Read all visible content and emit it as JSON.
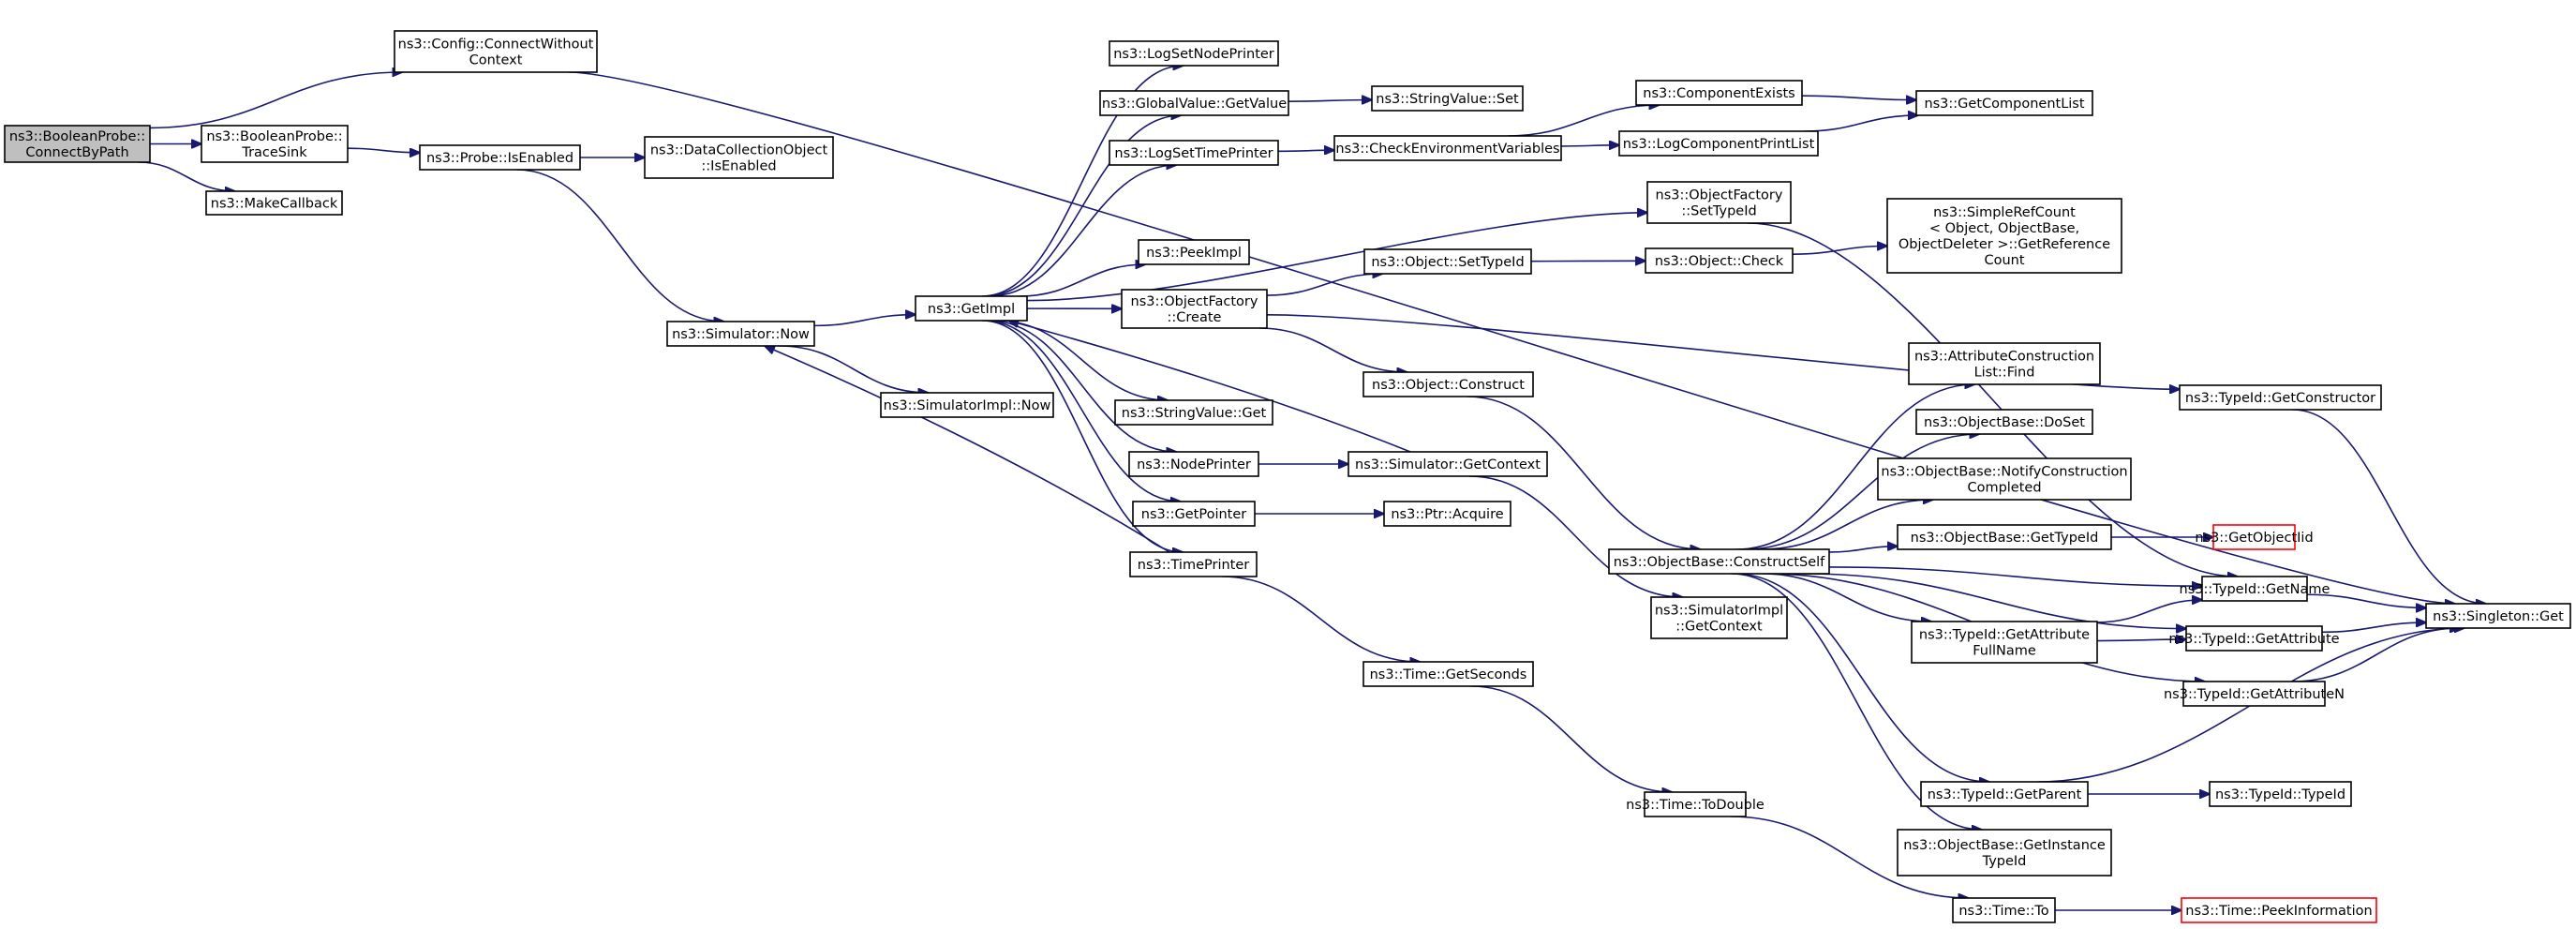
{
  "colors": {
    "edge": "#191970",
    "root_fill": "#bfbfbf",
    "node_border": "#000000",
    "truncated_border": "#ff0000"
  },
  "nodes": [
    {
      "id": "n0",
      "lines": [
        "ns3::BooleanProbe::",
        "ConnectByPath"
      ],
      "root": true
    },
    {
      "id": "n1",
      "lines": [
        "ns3::Config::ConnectWithout",
        "Context"
      ]
    },
    {
      "id": "n2",
      "lines": [
        "ns3::BooleanProbe::",
        "TraceSink"
      ]
    },
    {
      "id": "n3",
      "lines": [
        "ns3::MakeCallback"
      ]
    },
    {
      "id": "n4",
      "lines": [
        "ns3::Probe::IsEnabled"
      ]
    },
    {
      "id": "n5",
      "lines": [
        "ns3::DataCollectionObject",
        "::IsEnabled"
      ]
    },
    {
      "id": "n6",
      "lines": [
        "ns3::Simulator::Now"
      ]
    },
    {
      "id": "n7",
      "lines": [
        "ns3::SimulatorImpl::Now"
      ]
    },
    {
      "id": "n8",
      "lines": [
        "ns3::GetImpl"
      ]
    },
    {
      "id": "n9",
      "lines": [
        "ns3::LogSetNodePrinter"
      ]
    },
    {
      "id": "n10",
      "lines": [
        "ns3::GlobalValue::GetValue"
      ]
    },
    {
      "id": "n11",
      "lines": [
        "ns3::LogSetTimePrinter"
      ]
    },
    {
      "id": "n12",
      "lines": [
        "ns3::PeekImpl"
      ]
    },
    {
      "id": "n13",
      "lines": [
        "ns3::ObjectFactory",
        "::Create"
      ]
    },
    {
      "id": "n14",
      "lines": [
        "ns3::StringValue::Get"
      ]
    },
    {
      "id": "n15",
      "lines": [
        "ns3::NodePrinter"
      ]
    },
    {
      "id": "n16",
      "lines": [
        "ns3::GetPointer"
      ]
    },
    {
      "id": "n17",
      "lines": [
        "ns3::TimePrinter"
      ]
    },
    {
      "id": "n18",
      "lines": [
        "ns3::StringValue::Set"
      ]
    },
    {
      "id": "n19",
      "lines": [
        "ns3::CheckEnvironmentVariables"
      ]
    },
    {
      "id": "n20",
      "lines": [
        "ns3::Object::SetTypeId"
      ]
    },
    {
      "id": "n21",
      "lines": [
        "ns3::Object::Construct"
      ]
    },
    {
      "id": "n22",
      "lines": [
        "ns3::Simulator::GetContext"
      ]
    },
    {
      "id": "n23",
      "lines": [
        "ns3::Ptr::Acquire"
      ]
    },
    {
      "id": "n24",
      "lines": [
        "ns3::Time::GetSeconds"
      ]
    },
    {
      "id": "n25",
      "lines": [
        "ns3::Time::ToDouble"
      ]
    },
    {
      "id": "n26",
      "lines": [
        "ns3::ComponentExists"
      ]
    },
    {
      "id": "n27",
      "lines": [
        "ns3::LogComponentPrintList"
      ]
    },
    {
      "id": "n28",
      "lines": [
        "ns3::ObjectFactory",
        "::SetTypeId"
      ]
    },
    {
      "id": "n29",
      "lines": [
        "ns3::Object::Check"
      ]
    },
    {
      "id": "n30",
      "lines": [
        "ns3::ObjectBase::ConstructSelf"
      ]
    },
    {
      "id": "n31",
      "lines": [
        "ns3::SimulatorImpl",
        "::GetContext"
      ]
    },
    {
      "id": "n32",
      "lines": [
        "ns3::Time::To"
      ]
    },
    {
      "id": "n33",
      "lines": [
        "ns3::GetComponentList"
      ]
    },
    {
      "id": "n34",
      "lines": [
        "ns3::SimpleRefCount",
        "< Object, ObjectBase,",
        " ObjectDeleter >::GetReference",
        "Count"
      ]
    },
    {
      "id": "n35",
      "lines": [
        "ns3::AttributeConstruction",
        "List::Find"
      ]
    },
    {
      "id": "n36",
      "lines": [
        "ns3::ObjectBase::DoSet"
      ]
    },
    {
      "id": "n37",
      "lines": [
        "ns3::ObjectBase::NotifyConstruction",
        "Completed"
      ]
    },
    {
      "id": "n38",
      "lines": [
        "ns3::ObjectBase::GetTypeId"
      ]
    },
    {
      "id": "n39",
      "lines": [
        "ns3::TypeId::GetAttribute",
        "FullName"
      ]
    },
    {
      "id": "n40",
      "lines": [
        "ns3::TypeId::GetParent"
      ]
    },
    {
      "id": "n41",
      "lines": [
        "ns3::ObjectBase::GetInstance",
        "TypeId"
      ]
    },
    {
      "id": "n42",
      "lines": [
        "ns3::TypeId::GetConstructor"
      ]
    },
    {
      "id": "n43",
      "lines": [
        "ns3::GetObjectIid"
      ],
      "red": true
    },
    {
      "id": "n44",
      "lines": [
        "ns3::TypeId::GetName"
      ]
    },
    {
      "id": "n45",
      "lines": [
        "ns3::TypeId::GetAttribute"
      ]
    },
    {
      "id": "n46",
      "lines": [
        "ns3::TypeId::GetAttributeN"
      ]
    },
    {
      "id": "n47",
      "lines": [
        "ns3::TypeId::TypeId"
      ]
    },
    {
      "id": "n48",
      "lines": [
        "ns3::Time::PeekInformation"
      ],
      "red": true
    },
    {
      "id": "n49",
      "lines": [
        "ns3::Singleton::Get"
      ]
    }
  ],
  "edges": [
    [
      "n0",
      "n1"
    ],
    [
      "n0",
      "n2"
    ],
    [
      "n0",
      "n3"
    ],
    [
      "n1",
      "n49"
    ],
    [
      "n2",
      "n4"
    ],
    [
      "n4",
      "n5"
    ],
    [
      "n4",
      "n6"
    ],
    [
      "n6",
      "n7"
    ],
    [
      "n6",
      "n8"
    ],
    [
      "n8",
      "n9"
    ],
    [
      "n8",
      "n10"
    ],
    [
      "n8",
      "n11"
    ],
    [
      "n8",
      "n28"
    ],
    [
      "n8",
      "n12"
    ],
    [
      "n8",
      "n13"
    ],
    [
      "n8",
      "n14"
    ],
    [
      "n8",
      "n15"
    ],
    [
      "n8",
      "n16"
    ],
    [
      "n8",
      "n17"
    ],
    [
      "n10",
      "n18"
    ],
    [
      "n11",
      "n19"
    ],
    [
      "n19",
      "n26"
    ],
    [
      "n19",
      "n27"
    ],
    [
      "n26",
      "n33"
    ],
    [
      "n27",
      "n33"
    ],
    [
      "n28",
      "n44"
    ],
    [
      "n13",
      "n20"
    ],
    [
      "n13",
      "n21"
    ],
    [
      "n13",
      "n42"
    ],
    [
      "n20",
      "n29"
    ],
    [
      "n29",
      "n34"
    ],
    [
      "n21",
      "n30"
    ],
    [
      "n15",
      "n22"
    ],
    [
      "n22",
      "n8"
    ],
    [
      "n22",
      "n31"
    ],
    [
      "n16",
      "n23"
    ],
    [
      "n17",
      "n6"
    ],
    [
      "n17",
      "n24"
    ],
    [
      "n24",
      "n25"
    ],
    [
      "n25",
      "n32"
    ],
    [
      "n32",
      "n48"
    ],
    [
      "n30",
      "n35"
    ],
    [
      "n30",
      "n36"
    ],
    [
      "n30",
      "n37"
    ],
    [
      "n30",
      "n38"
    ],
    [
      "n30",
      "n44"
    ],
    [
      "n30",
      "n39"
    ],
    [
      "n30",
      "n45"
    ],
    [
      "n30",
      "n46"
    ],
    [
      "n30",
      "n40"
    ],
    [
      "n30",
      "n41"
    ],
    [
      "n38",
      "n43"
    ],
    [
      "n39",
      "n44"
    ],
    [
      "n39",
      "n45"
    ],
    [
      "n40",
      "n47"
    ],
    [
      "n40",
      "n49"
    ],
    [
      "n42",
      "n49"
    ],
    [
      "n44",
      "n49"
    ],
    [
      "n45",
      "n49"
    ],
    [
      "n46",
      "n49"
    ]
  ]
}
